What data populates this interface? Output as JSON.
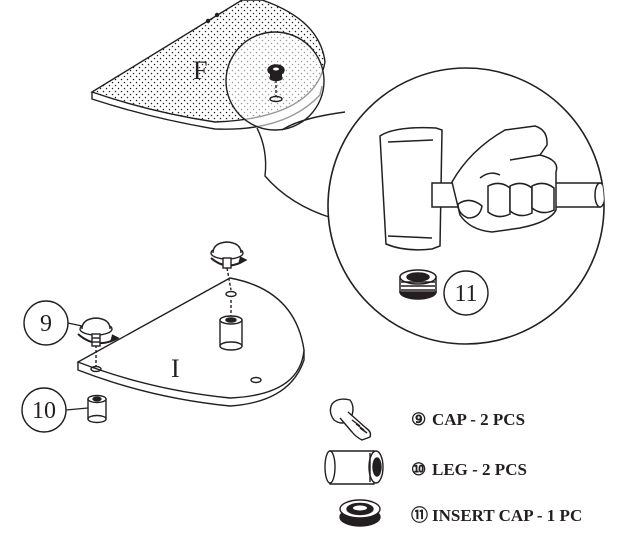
{
  "diagram": {
    "panel_labels": {
      "panel_f": "F",
      "panel_i": "I"
    },
    "callouts": {
      "cap": "9",
      "leg": "10",
      "insert_cap": "11"
    },
    "legend": [
      {
        "icon": "cap-icon",
        "number": "⑨",
        "text": "CAP - 2 PCS"
      },
      {
        "icon": "leg-icon",
        "number": "⑩",
        "text": "LEG - 2 PCS"
      },
      {
        "icon": "insert-cap-icon",
        "number": "⑪",
        "text": "INSERT CAP - 1 PC"
      }
    ],
    "icons": [
      "hammer-icon",
      "hand-icon",
      "insert-cap-icon",
      "cap-icon",
      "leg-icon"
    ],
    "colors": {
      "ink": "#231f20",
      "background": "#ffffff"
    }
  }
}
